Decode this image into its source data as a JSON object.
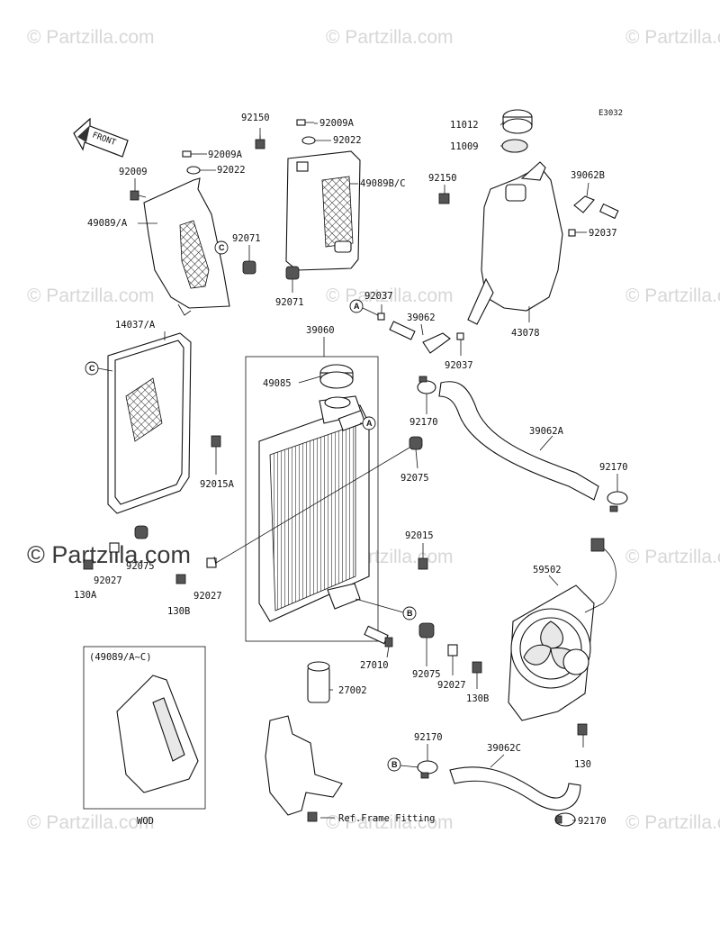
{
  "diagram_code": "E3032",
  "watermark_text": "© Partzilla.com",
  "callout_letters": {
    "a": "A",
    "b": "B",
    "c": "C"
  },
  "front_arrow_text": "FRONT",
  "inset_box": {
    "header": "(49089/A~C)",
    "caption": "WOD"
  },
  "ref_note": "Ref.Frame Fitting",
  "part_labels": {
    "p92150_left": "92150",
    "p92009a_left": "92009A",
    "p92022_left": "92022",
    "p92009_left": "92009",
    "p49089a": "49089/A",
    "p92071_left": "92071",
    "p92009a_mid": "92009A",
    "p92022_mid": "92022",
    "p49089bc": "49089B/C",
    "p92071_mid": "92071",
    "p11012": "11012",
    "p11009": "11009",
    "p92150_right": "92150",
    "p39062b": "39062B",
    "p92037_right": "92037",
    "p43078": "43078",
    "p92037_mid": "92037",
    "p39062": "39062",
    "p92037_low": "92037",
    "p14037a": "14037/A",
    "p92015a": "92015A",
    "p39060": "39060",
    "p49085": "49085",
    "p92170_top": "92170",
    "p92075_top": "92075",
    "p39062a": "39062A",
    "p92170_right": "92170",
    "p92015": "92015",
    "p92075_left": "92075",
    "p92027_left": "92027",
    "p130a": "130A",
    "p130b_left": "130B",
    "p92027_mid": "92027",
    "p59502": "59502",
    "p27010": "27010",
    "p92075_low": "92075",
    "p92027_low": "92027",
    "p130b_right": "130B",
    "p27002": "27002",
    "p130_right": "130",
    "p92170_bottom": "92170",
    "p39062c": "39062C",
    "p92170_bottomright": "92170"
  }
}
